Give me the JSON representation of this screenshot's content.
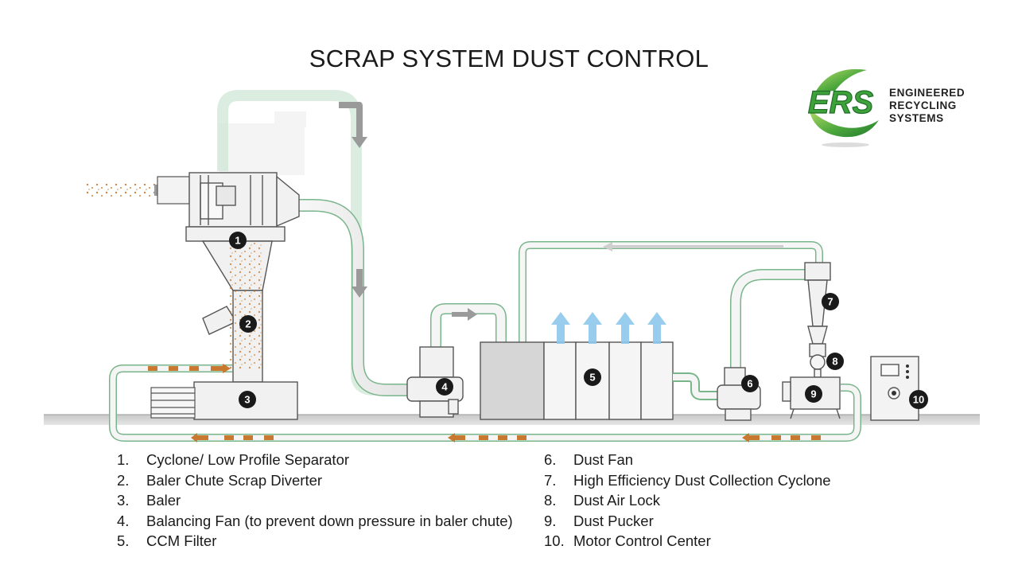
{
  "title": "SCRAP SYSTEM DUST CONTROL",
  "logo": {
    "monogram": "ERS",
    "lines": [
      "ENGINEERED",
      "RECYCLING",
      "SYSTEMS"
    ]
  },
  "colors": {
    "duct_green": "#79b58a",
    "arrow_gray": "#9a9a9a",
    "air_blue": "#8ec8ec",
    "scrap_orange": "#c9792f",
    "equipment_fill": "#f1f1f1",
    "equipment_stroke": "#555555",
    "badge": "#1a1a1a",
    "logo_green": "#3fa13a"
  },
  "badges": [
    "1",
    "2",
    "3",
    "4",
    "5",
    "6",
    "7",
    "8",
    "9",
    "10"
  ],
  "legend": {
    "left": [
      {
        "num": "1.",
        "text": "Cyclone/ Low Profile Separator"
      },
      {
        "num": "2.",
        "text": "Baler Chute Scrap Diverter"
      },
      {
        "num": "3.",
        "text": "Baler"
      },
      {
        "num": "4.",
        "text": "Balancing Fan (to prevent down pressure in baler chute)"
      },
      {
        "num": "5.",
        "text": "CCM Filter"
      }
    ],
    "right": [
      {
        "num": "6.",
        "text": "Dust Fan"
      },
      {
        "num": "7.",
        "text": "High Efficiency Dust Collection Cyclone"
      },
      {
        "num": "8.",
        "text": "Dust Air Lock"
      },
      {
        "num": "9.",
        "text": "Dust Pucker"
      },
      {
        "num": "10.",
        "text": "Motor Control Center"
      }
    ]
  }
}
